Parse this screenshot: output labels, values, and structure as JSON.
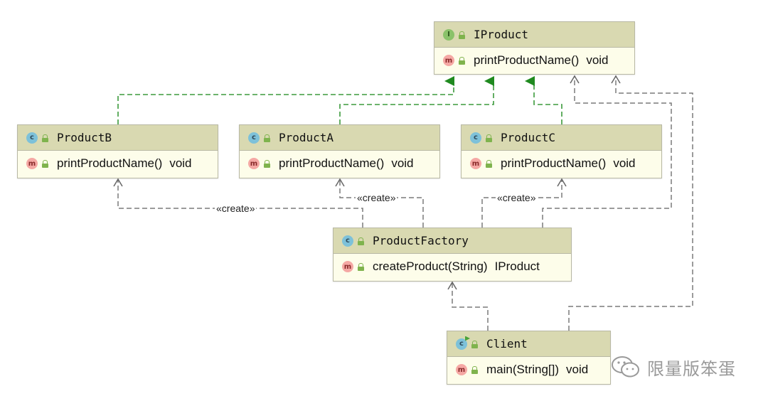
{
  "nodes": {
    "iproduct": {
      "kind_icon": "I",
      "name": "IProduct",
      "method": "printProductName()",
      "return_type": "void"
    },
    "productB": {
      "kind_icon": "c",
      "name": "ProductB",
      "method": "printProductName()",
      "return_type": "void"
    },
    "productA": {
      "kind_icon": "c",
      "name": "ProductA",
      "method": "printProductName()",
      "return_type": "void"
    },
    "productC": {
      "kind_icon": "c",
      "name": "ProductC",
      "method": "printProductName()",
      "return_type": "void"
    },
    "factory": {
      "kind_icon": "c",
      "name": "ProductFactory",
      "method": "createProduct(String)",
      "return_type": "IProduct"
    },
    "client": {
      "kind_icon": "c",
      "name": "Client",
      "method": "main(String[])",
      "return_type": "void"
    }
  },
  "method_icon": "m",
  "edge_labels": {
    "create_b": "«create»",
    "create_a": "«create»",
    "create_c": "«create»"
  },
  "watermark": {
    "text": "限量版笨蛋",
    "icon": "wechat-icon"
  },
  "colors": {
    "implements": "#3c9a3c",
    "dependency": "#7a7a7a",
    "header": "#d9d9b1",
    "body": "#fdfdea"
  }
}
